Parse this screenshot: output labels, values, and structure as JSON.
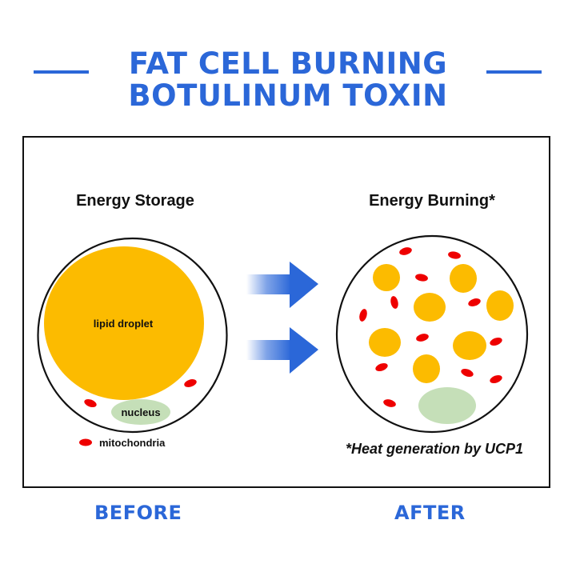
{
  "header": {
    "title_line1": "FAT CELL BURNING",
    "title_line2": "BOTULINUM TOXIN",
    "accent_color": "#2b67d8"
  },
  "diagram": {
    "before_panel": {
      "heading": "Energy Storage",
      "lipid_label": "lipid droplet",
      "nucleus_label": "nucleus",
      "legend_label": "mitochondria"
    },
    "after_panel": {
      "heading": "Energy Burning*",
      "footnote": "*Heat generation by UCP1"
    },
    "colors": {
      "lipid": "#fcbb00",
      "nucleus": "#c5dfb8",
      "mitochondria": "#ee0000",
      "arrow": "#2b67d8",
      "membrane": "#111111"
    }
  },
  "footer": {
    "before_label": "BEFORE",
    "after_label": "AFTER"
  }
}
